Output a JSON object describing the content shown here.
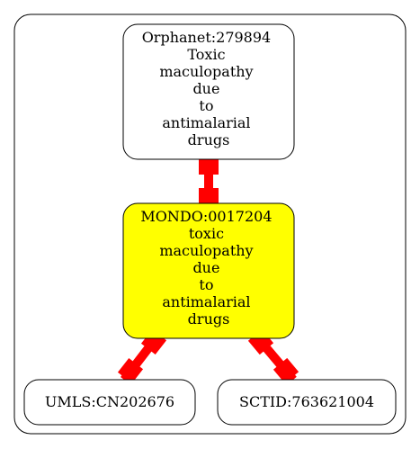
{
  "colors": {
    "background": "#ffffff",
    "frame_stroke": "#000000",
    "node_fill_default": "#ffffff",
    "node_fill_highlight": "#ffff00",
    "edge": "#ff0000"
  },
  "nodes": {
    "orphanet": {
      "lines": [
        "Orphanet:279894",
        "Toxic",
        "maculopathy",
        "due",
        "to",
        "antimalarial",
        "drugs"
      ]
    },
    "mondo": {
      "lines": [
        "MONDO:0017204",
        "toxic",
        "maculopathy",
        "due",
        "to",
        "antimalarial",
        "drugs"
      ]
    },
    "umls": {
      "lines": [
        "UMLS:CN202676"
      ]
    },
    "sctid": {
      "lines": [
        "SCTID:763621004"
      ]
    }
  },
  "edges": [
    {
      "from": "orphanet",
      "to": "mondo"
    },
    {
      "from": "mondo",
      "to": "umls"
    },
    {
      "from": "mondo",
      "to": "sctid"
    }
  ]
}
